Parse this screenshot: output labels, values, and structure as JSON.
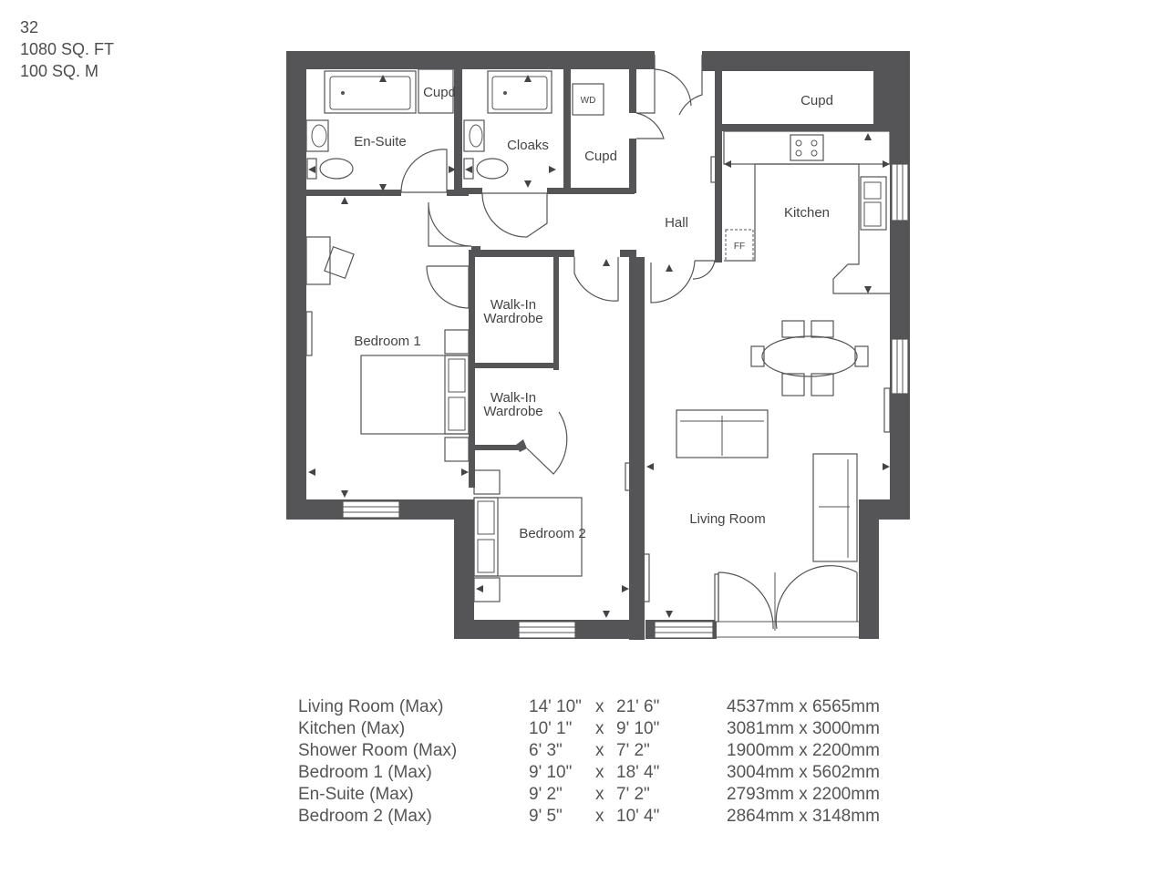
{
  "header": {
    "plot": "32",
    "sq_ft": "1080 SQ. FT",
    "sq_m": "100 SQ. M"
  },
  "rooms": {
    "en_suite": "En-Suite",
    "cupd_ensuite": "Cupd",
    "cloaks": "Cloaks",
    "wd": "WD",
    "cupd_hall": "Cupd",
    "cupd_top": "Cupd",
    "hall": "Hall",
    "kitchen": "Kitchen",
    "ff": "FF",
    "bedroom1": "Bedroom 1",
    "walkin1_line1": "Walk-In",
    "walkin1_line2": "Wardrobe",
    "walkin2_line1": "Walk-In",
    "walkin2_line2": "Wardrobe",
    "bedroom2": "Bedroom 2",
    "living_room": "Living Room"
  },
  "dimensions": [
    {
      "room": "Living Room (Max)",
      "w": "14' 10\"",
      "x": "x",
      "l": "21' 6\"",
      "mm": "4537mm x 6565mm"
    },
    {
      "room": "Kitchen (Max)",
      "w": "10' 1\"",
      "x": "x",
      "l": "9' 10\"",
      "mm": "3081mm x 3000mm"
    },
    {
      "room": "Shower Room (Max)",
      "w": "6' 3\"",
      "x": "x",
      "l": "7' 2\"",
      "mm": "1900mm x 2200mm"
    },
    {
      "room": "Bedroom 1 (Max)",
      "w": "9' 10\"",
      "x": "x",
      "l": "18' 4\"",
      "mm": "3004mm x 5602mm"
    },
    {
      "room": "En-Suite (Max)",
      "w": "9' 2\"",
      "x": "x",
      "l": "7' 2\"",
      "mm": "2793mm x 2200mm"
    },
    {
      "room": "Bedroom 2 (Max)",
      "w": "9' 5\"",
      "x": "x",
      "l": "10' 4\"",
      "mm": "2864mm x 3148mm"
    }
  ]
}
